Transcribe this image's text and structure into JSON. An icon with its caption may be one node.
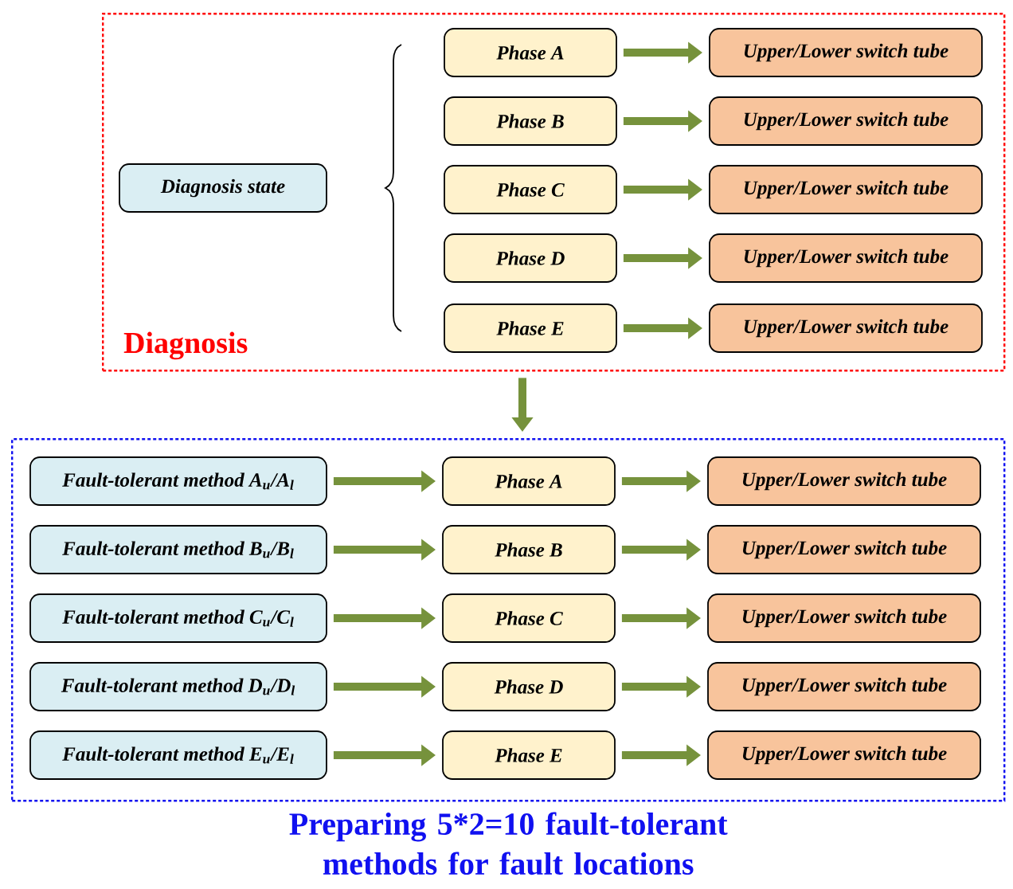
{
  "diagram": {
    "nodes": [
      {
        "text": [
          "Diagnosis"
        ]
      },
      {
        "text": [
          "Diagnosis state"
        ],
        "in": 0
      },
      {
        "text": [
          "Phase A"
        ],
        "in": 0
      },
      {
        "text": [
          "Upper/Lower switch tube"
        ],
        "in": 0
      },
      {
        "text": [
          "Phase B"
        ],
        "in": 0
      },
      {
        "text": [
          "Upper/Lower switch tube"
        ],
        "in": 0
      },
      {
        "text": [
          "Phase C"
        ],
        "in": 0
      },
      {
        "text": [
          "Upper/Lower switch tube"
        ],
        "in": 0
      },
      {
        "text": [
          "Phase D"
        ],
        "in": 0
      },
      {
        "text": [
          "Upper/Lower switch tube"
        ],
        "in": 0
      },
      {
        "text": [
          "Phase E"
        ],
        "in": 0
      },
      {
        "text": [
          "Upper/Lower switch tube"
        ],
        "in": 0
      },
      {
        "text": [
          "Preparing 5*2=10 fault-tolerant methods for fault locations"
        ]
      },
      {
        "text": [
          "Fault-tolerant method A$_{u}$/A$_{l}$"
        ],
        "in": 12
      },
      {
        "text": [
          "Phase A"
        ],
        "in": 12
      },
      {
        "text": [
          "Upper/Lower switch tube"
        ],
        "in": 12
      },
      {
        "text": [
          "Fault-tolerant method B$_{u}$/B$_{l}$"
        ],
        "in": 12
      },
      {
        "text": [
          "Phase B"
        ],
        "in": 12
      },
      {
        "text": [
          "Upper/Lower switch tube"
        ],
        "in": 12
      },
      {
        "text": [
          "Fault-tolerant method C$_{u}$/C$_{l}$"
        ],
        "in": 12
      },
      {
        "text": [
          "Phase C"
        ],
        "in": 12
      },
      {
        "text": [
          "Upper/Lower switch tube"
        ],
        "in": 12
      },
      {
        "text": [
          "Fault-tolerant method D$_{u}$/D$_{l}$"
        ],
        "in": 12
      },
      {
        "text": [
          "Phase D"
        ],
        "in": 12
      },
      {
        "text": [
          "Upper/Lower switch tube"
        ],
        "in": 12
      },
      {
        "text": [
          "Fault-tolerant method E$_{u}$/E$_{l}$"
        ],
        "in": 12
      },
      {
        "text": [
          "Phase E"
        ],
        "in": 12
      },
      {
        "text": [
          "Upper/Lower switch tube"
        ],
        "in": 12
      }
    ],
    "edges": [
      {
        "from": 2,
        "to": 3,
        "arrow": "to"
      },
      {
        "from": 4,
        "to": 5,
        "arrow": "to"
      },
      {
        "from": 6,
        "to": 7,
        "arrow": "to"
      },
      {
        "from": 8,
        "to": 9,
        "arrow": "to"
      },
      {
        "from": 10,
        "to": 11,
        "arrow": "to"
      },
      {
        "from": 0,
        "to": 12,
        "arrow": "to"
      },
      {
        "from": 13,
        "to": 14,
        "arrow": "to"
      },
      {
        "from": 14,
        "to": 15,
        "arrow": "to"
      },
      {
        "from": 16,
        "to": 17,
        "arrow": "to"
      },
      {
        "from": 17,
        "to": 18,
        "arrow": "to"
      },
      {
        "from": 19,
        "to": 20,
        "arrow": "to"
      },
      {
        "from": 20,
        "to": 21,
        "arrow": "to"
      },
      {
        "from": 22,
        "to": 23,
        "arrow": "to"
      },
      {
        "from": 23,
        "to": 24,
        "arrow": "to"
      },
      {
        "from": 25,
        "to": 26,
        "arrow": "to"
      },
      {
        "from": 26,
        "to": 27,
        "arrow": "to"
      }
    ]
  }
}
